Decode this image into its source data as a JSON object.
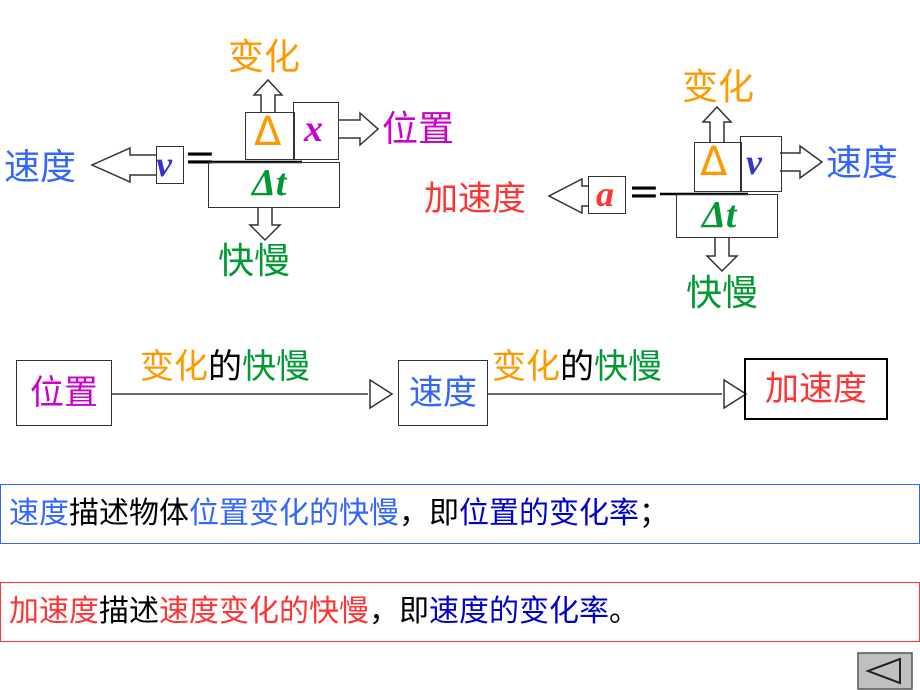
{
  "colors": {
    "orange": "#ff9900",
    "magenta": "#cc00cc",
    "blue": "#3366ff",
    "green": "#009933",
    "red": "#ff3333",
    "navy": "#3333cc",
    "black": "#000000",
    "dark_blue": "#0000cc",
    "back_fill": "#c0c0c0"
  },
  "velocity_formula": {
    "top_label": "变化",
    "right_label": "位置",
    "left_label": "速度",
    "bottom_label": "快慢",
    "symbol": "v",
    "equals": "=",
    "delta": "Δ",
    "numerator_var": "x",
    "denominator": "Δt"
  },
  "acceleration_formula": {
    "top_label": "变化",
    "right_label": "速度",
    "left_label": "加速度",
    "bottom_label": "快慢",
    "symbol": "a",
    "equals": "=",
    "delta": "Δ",
    "numerator_var": "v",
    "denominator": "Δt"
  },
  "flow": {
    "box1": "位置",
    "box2": "速度",
    "box3": "加速度",
    "arrow1": {
      "part1": "变化",
      "part2": "的",
      "part3": "快慢"
    },
    "arrow2": {
      "part1": "变化",
      "part2": "的",
      "part3": "快慢"
    }
  },
  "sentence1": {
    "s1": "速度",
    "s2": "描述物体",
    "s3": "位置变化的快慢",
    "s4": "，即",
    "s5": "位置",
    "s6": "的变化率",
    "s7": "；"
  },
  "sentence2": {
    "s1": "加速度",
    "s2": "描述",
    "s3": "速度变化的快慢",
    "s4": "，即",
    "s5": "速度",
    "s6": "的变化率",
    "s7": "。"
  },
  "nav": {
    "icon": "back-triangle-icon"
  }
}
